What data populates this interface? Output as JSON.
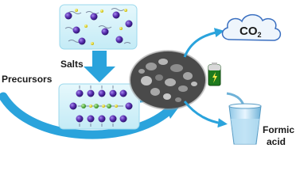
{
  "labels": {
    "salts": "Salts",
    "precursors": "Precursors",
    "co2_base": "CO",
    "co2_sub": "2",
    "formic_line1": "Formic",
    "formic_line2": "acid"
  },
  "colors": {
    "arrow_blue": "#2aa3dc",
    "panel_fill": "#d6f1f8",
    "panel_edge": "#8fd3ea",
    "ion_purple": "#5a2fb0",
    "ion_yellow": "#e8de1a",
    "ion_green": "#59b83c",
    "tail": "#7a88a0",
    "cloud_fill": "#ecf4fb",
    "cloud_edge": "#3a6fc0"
  },
  "icons": [
    "salt-ions",
    "precursor-lattice",
    "nanoparticle-micrograph",
    "battery-icon",
    "co2-cloud-icon",
    "water-glass-icon"
  ]
}
